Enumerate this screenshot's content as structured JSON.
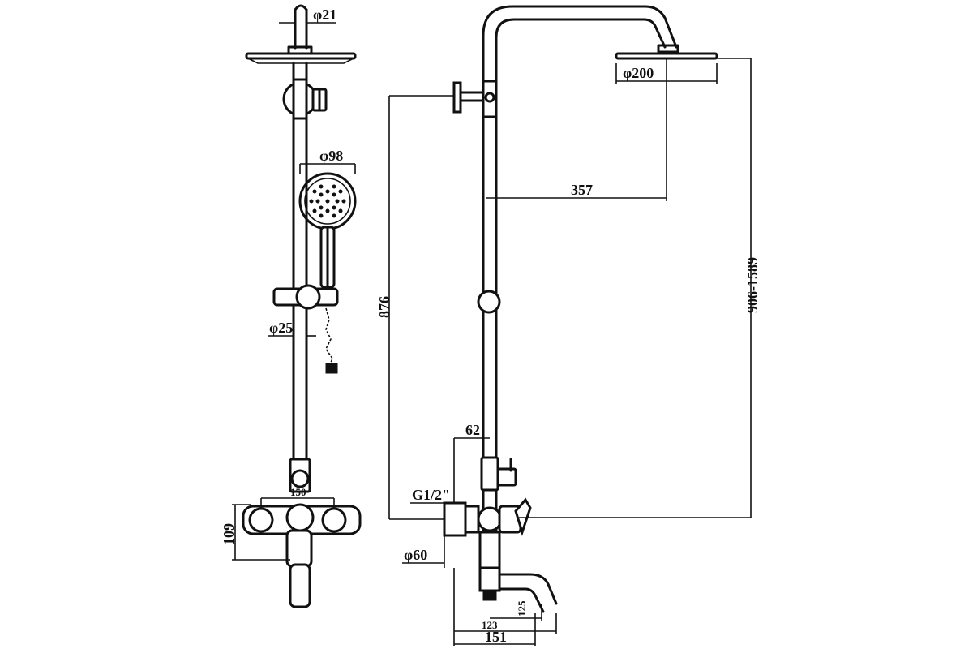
{
  "diagram": {
    "type": "technical-drawing",
    "views": [
      "front-view",
      "side-view"
    ],
    "dimensions": {
      "top_pipe_diameter": "φ21",
      "hand_shower_diameter": "φ98",
      "riser_diameter": "φ25",
      "mixer_spacing": "150",
      "mixer_height": "109",
      "head_diameter": "φ200",
      "head_offset": "357",
      "adjust_range": "906-1589",
      "bracket_height": "876",
      "bracket_offset": "62",
      "inlet_thread": "G1/2\"",
      "escutcheon_diameter": "φ60",
      "spout_a": "125",
      "spout_b": "123",
      "spout_total": "151"
    }
  }
}
